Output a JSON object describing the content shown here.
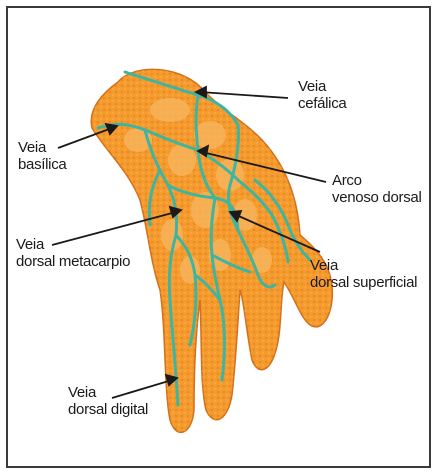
{
  "labels": {
    "cefalica": {
      "line1": "Veia",
      "line2": "cefálica"
    },
    "basilica": {
      "line1": "Veia",
      "line2": "basílica"
    },
    "arco": {
      "line1": "Arco",
      "line2": "venoso dorsal"
    },
    "metacarpio": {
      "line1": "Veia",
      "line2": "dorsal metacarpio"
    },
    "superficial": {
      "line1": "Veia",
      "line2": "dorsal superficial"
    },
    "digital": {
      "line1": "Veia",
      "line2": "dorsal digital"
    }
  },
  "colors": {
    "skin": "#f59b2e",
    "skin_light": "#f7b45a",
    "vein": "#3fb5a0",
    "outline": "#d4701a",
    "text": "#1a1a1a"
  }
}
